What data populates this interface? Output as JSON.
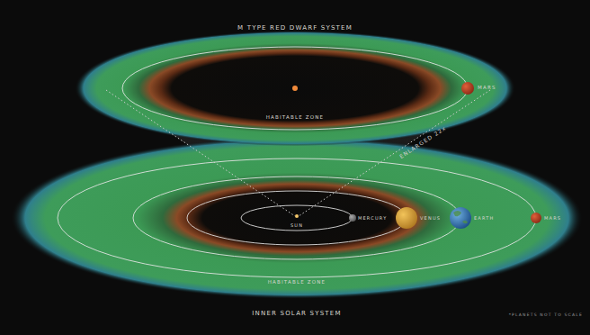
{
  "diagram": {
    "labels": [
      "M TYPE RED DWARF SYSTEM",
      "MARS",
      "HABITABLE ZONE",
      "ENLARGED 22x",
      "SUN",
      "MERCURY",
      "VENUS",
      "EARTH",
      "MARS",
      "HABITABLE ZONE",
      "INNER SOLAR SYSTEM",
      "*PLANETS NOT TO SCALE"
    ]
  }
}
